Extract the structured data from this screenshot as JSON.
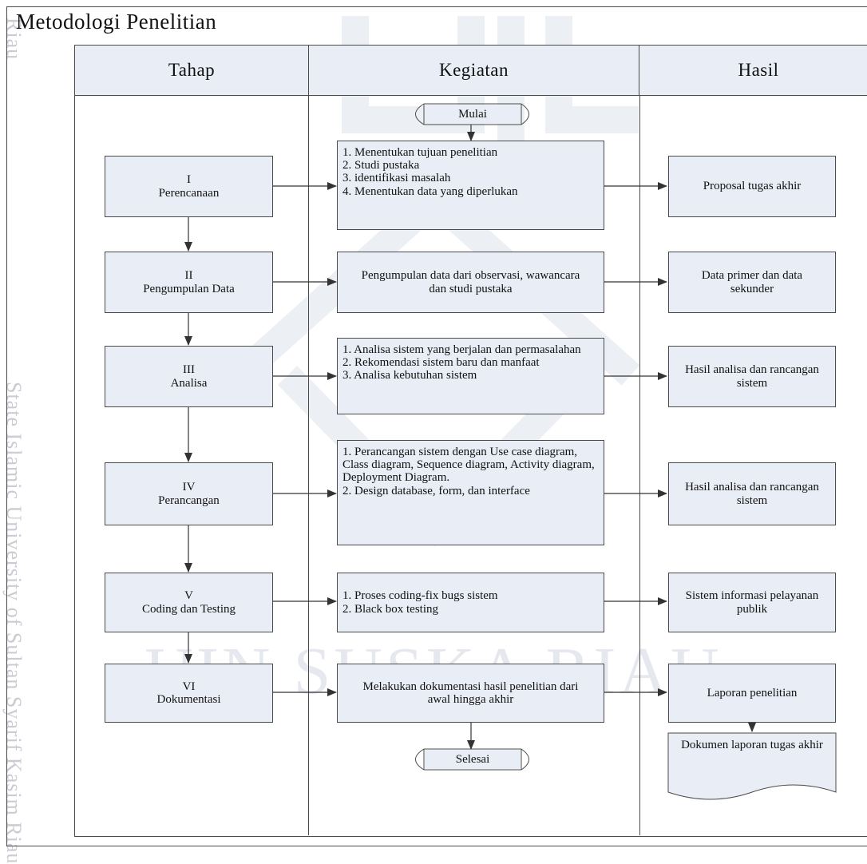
{
  "title": "Metodologi Penelitian",
  "watermark": {
    "side_text": "State Islamic University of Sultan Syarif Kasim Riau",
    "side_top": "Riau",
    "center_text": "UIN SUSKA RIAU"
  },
  "columns": {
    "tahap": "Tahap",
    "kegiatan": "Kegiatan",
    "hasil": "Hasil"
  },
  "start_label": "Mulai",
  "end_label": "Selesai",
  "stages": [
    {
      "num": "I",
      "name": "Perencanaan",
      "activities": [
        "1. Menentukan tujuan penelitian",
        "2. Studi pustaka",
        "3. identifikasi masalah",
        "4. Menentukan data yang diperlukan"
      ],
      "result": "Proposal tugas akhir"
    },
    {
      "num": "II",
      "name": "Pengumpulan Data",
      "activities": [
        "Pengumpulan data dari observasi, wawancara dan studi pustaka"
      ],
      "result": "Data primer dan data sekunder"
    },
    {
      "num": "III",
      "name": "Analisa",
      "activities": [
        "1. Analisa sistem yang berjalan dan permasalahan",
        "2. Rekomendasi sistem baru dan manfaat",
        "3. Analisa kebutuhan sistem"
      ],
      "result": "Hasil analisa dan rancangan sistem"
    },
    {
      "num": "IV",
      "name": "Perancangan",
      "activities": [
        "1. Perancangan sistem dengan Use case diagram, Class diagram, Sequence diagram, Activity diagram, Deployment Diagram.",
        "2. Design database, form, dan interface"
      ],
      "result": "Hasil analisa dan rancangan sistem"
    },
    {
      "num": "V",
      "name": "Coding dan Testing",
      "activities": [
        "1. Proses coding-fix bugs sistem",
        "2. Black box testing"
      ],
      "result": "Sistem informasi pelayanan publik"
    },
    {
      "num": "VI",
      "name": "Dokumentasi",
      "activities": [
        "Melakukan dokumentasi hasil penelitian dari awal hingga akhir"
      ],
      "result": "Laporan penelitian"
    }
  ],
  "final_document": "Dokumen laporan tugas akhir",
  "colors": {
    "fill": "#e9edf5",
    "stroke": "#4a4a4a",
    "watermark": "#c9ccd2"
  }
}
